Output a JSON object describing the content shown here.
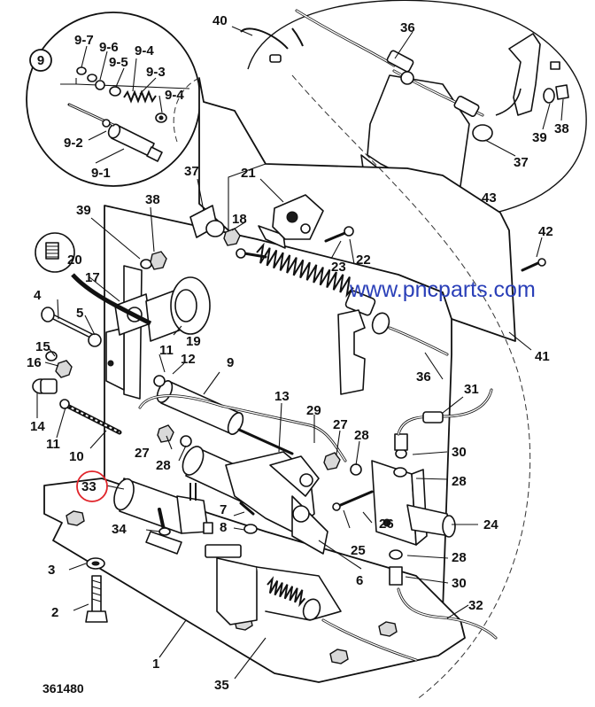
{
  "diagram": {
    "document_number": "361480",
    "watermark": "www.pncparts.com",
    "highlight_color": "#e0242a",
    "watermark_color": "#2a3fb8",
    "highlighted_callout": "33",
    "detail_view_label": "9",
    "callouts": {
      "c1": "1",
      "c2": "2",
      "c3": "3",
      "c4": "4",
      "c5": "5",
      "c6": "6",
      "c7": "7",
      "c8": "8",
      "c9": "9",
      "c10": "10",
      "c11a": "11",
      "c11b": "11",
      "c12": "12",
      "c13": "13",
      "c14": "14",
      "c15": "15",
      "c16": "16",
      "c17": "17",
      "c18": "18",
      "c19": "19",
      "c20": "20",
      "c21": "21",
      "c22": "22",
      "c23": "23",
      "c24": "24",
      "c25": "25",
      "c26": "26",
      "c27a": "27",
      "c27b": "27",
      "c28a": "28",
      "c28b": "28",
      "c28c": "28",
      "c28d": "28",
      "c29": "29",
      "c30a": "30",
      "c30b": "30",
      "c31": "31",
      "c32": "32",
      "c33": "33",
      "c34": "34",
      "c35": "35",
      "c36a": "36",
      "c36b": "36",
      "c37a": "37",
      "c37b": "37",
      "c38a": "38",
      "c38b": "38",
      "c39a": "39",
      "c39b": "39",
      "c40": "40",
      "c41": "41",
      "c42": "42",
      "c43": "43",
      "d9_1": "9-1",
      "d9_2": "9-2",
      "d9_3": "9-3",
      "d9_4a": "9-4",
      "d9_4b": "9-4",
      "d9_5": "9-5",
      "d9_6": "9-6",
      "d9_7": "9-7"
    }
  }
}
